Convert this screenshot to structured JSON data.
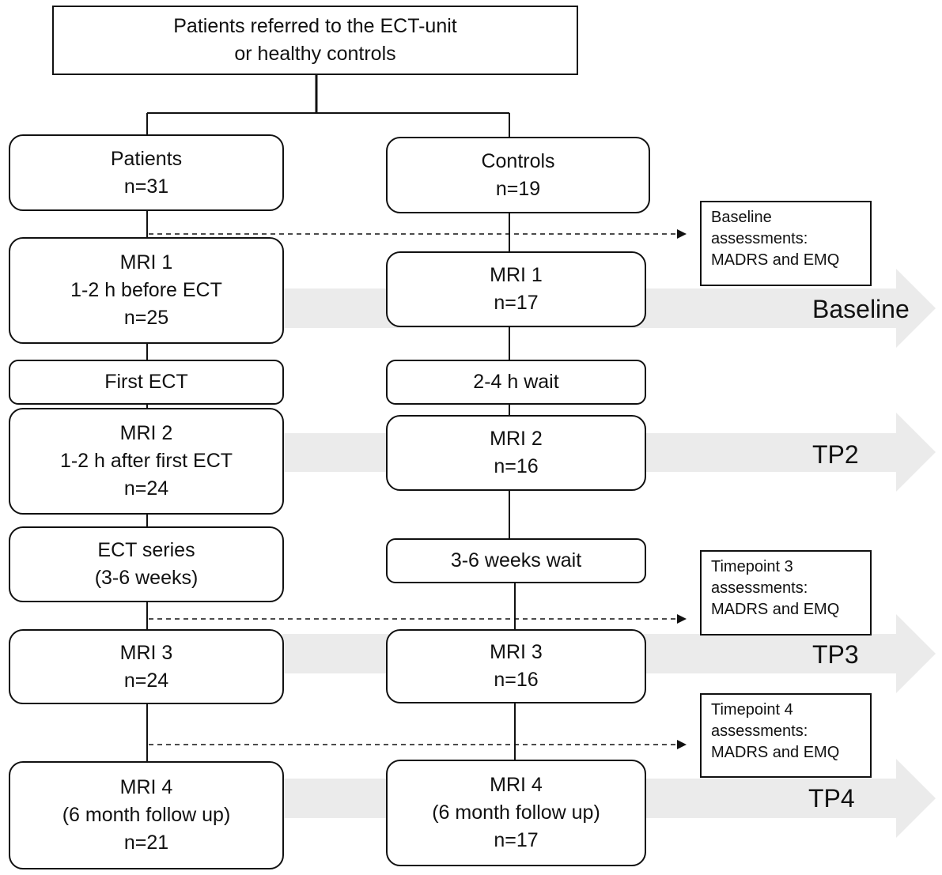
{
  "top_box": {
    "line1": "Patients referred  to the ECT-unit",
    "line2": "or healthy controls"
  },
  "patients": {
    "group": {
      "label": "Patients",
      "n": "n=31"
    },
    "mri1": {
      "title": "MRI 1",
      "detail": "1-2 h before ECT",
      "n": "n=25"
    },
    "step1": {
      "label": "First ECT"
    },
    "mri2": {
      "title": "MRI 2",
      "detail": "1-2 h after first ECT",
      "n": "n=24"
    },
    "step2": {
      "line1": "ECT series",
      "line2": "(3-6 weeks)"
    },
    "mri3": {
      "title": "MRI 3",
      "n": "n=24"
    },
    "mri4": {
      "title": "MRI 4",
      "detail": "(6 month follow up)",
      "n": "n=21"
    }
  },
  "controls": {
    "group": {
      "label": "Controls",
      "n": "n=19"
    },
    "mri1": {
      "title": "MRI 1",
      "n": "n=17"
    },
    "step1": {
      "label": "2-4 h wait"
    },
    "mri2": {
      "title": "MRI 2",
      "n": "n=16"
    },
    "step2": {
      "label": "3-6 weeks wait"
    },
    "mri3": {
      "title": "MRI 3",
      "n": "n=16"
    },
    "mri4": {
      "title": "MRI 4",
      "detail": "(6 month follow up)",
      "n": "n=17"
    }
  },
  "assessments": [
    {
      "line1": "Baseline",
      "line2": "assessments:",
      "line3": "MADRS and EMQ"
    },
    {
      "line1": "Timepoint 3",
      "line2": "assessments:",
      "line3": "MADRS and EMQ"
    },
    {
      "line1": "Timepoint 4",
      "line2": "assessments:",
      "line3": "MADRS and EMQ"
    }
  ],
  "timepoints": [
    "Baseline",
    "TP2",
    "TP3",
    "TP4"
  ],
  "colors": {
    "band": "#ebebeb",
    "line": "#111111"
  }
}
